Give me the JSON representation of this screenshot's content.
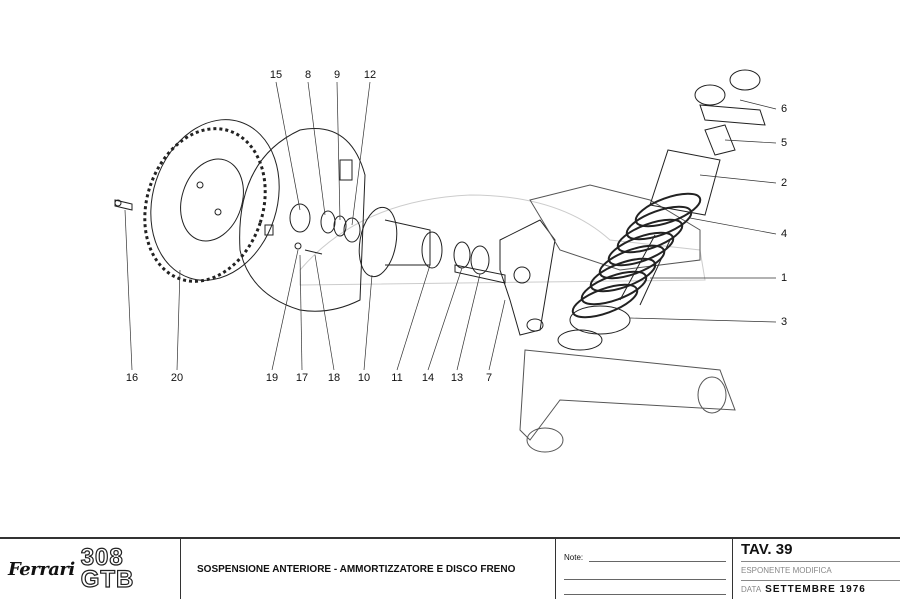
{
  "callouts": {
    "top": [
      "15",
      "8",
      "9",
      "12"
    ],
    "right": [
      "6",
      "5",
      "2",
      "4",
      "1",
      "3"
    ],
    "bottom": [
      "16",
      "20",
      "19",
      "17",
      "18",
      "10",
      "11",
      "14",
      "13",
      "7"
    ]
  },
  "titleblock": {
    "brand": "Ferrari",
    "model_top": "308",
    "model_bottom": "GTB",
    "description": "SOSPENSIONE ANTERIORE - AMMORTIZZATORE E DISCO FRENO",
    "note_label": "Note:",
    "plate": "TAV. 39",
    "revision_label": "ESPONENTE MODIFICA",
    "date_label": "DATA",
    "date_value": "SETTEMBRE 1976"
  }
}
